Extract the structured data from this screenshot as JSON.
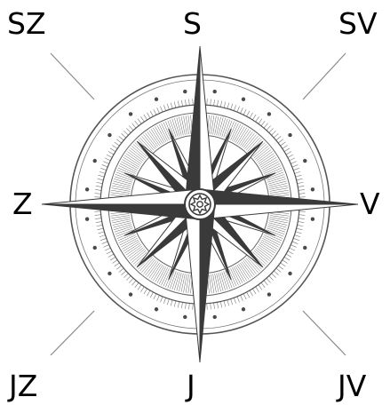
{
  "labels": {
    "north": "S",
    "northeast": "SV",
    "east": "V",
    "southeast": "JV",
    "south": "J",
    "southwest": "JZ",
    "west": "Z",
    "northwest": "SZ"
  },
  "colors": {
    "ink": "#4a4a4a",
    "dark": "#3a3a3a",
    "light": "#ffffff",
    "line": "#8a8a8a"
  },
  "graphic": "compass-rose"
}
